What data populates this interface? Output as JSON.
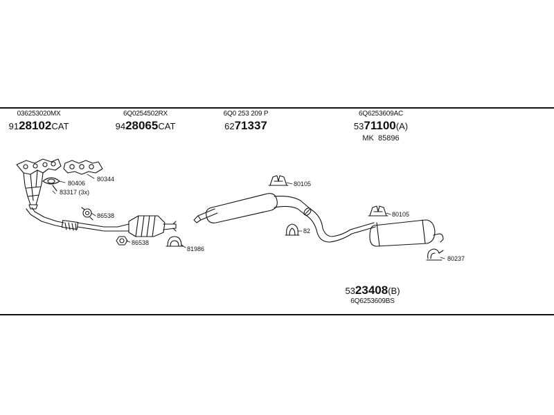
{
  "header": {
    "col1": {
      "oe_code": "036253020MX",
      "prefix": "91",
      "main": "28102",
      "suffix": "CAT"
    },
    "col2": {
      "oe_code": "6Q0254502RX",
      "prefix": "94",
      "main": "28065",
      "suffix": "CAT"
    },
    "col3": {
      "oe_code": "6Q0 253 209 P",
      "prefix": "62",
      "main": "71337",
      "suffix": ""
    },
    "col4": {
      "oe_code": "6Q6253609AC",
      "prefix": "53",
      "main": "71100",
      "suffix": "(A)",
      "mk_label": "MK",
      "mk_value": "85896"
    }
  },
  "callouts": {
    "c80344": "80344",
    "c80406": "80406",
    "c83317": "83317 (3x)",
    "c86538a": "86538",
    "c86538b": "86538",
    "c81986": "81986",
    "c80105a": "80105",
    "c82": "82",
    "c80105b": "80105",
    "c80237": "80237"
  },
  "bottom": {
    "prefix": "53",
    "main": "23408",
    "suffix": "(B)",
    "oe_code": "6Q6253609BS"
  }
}
